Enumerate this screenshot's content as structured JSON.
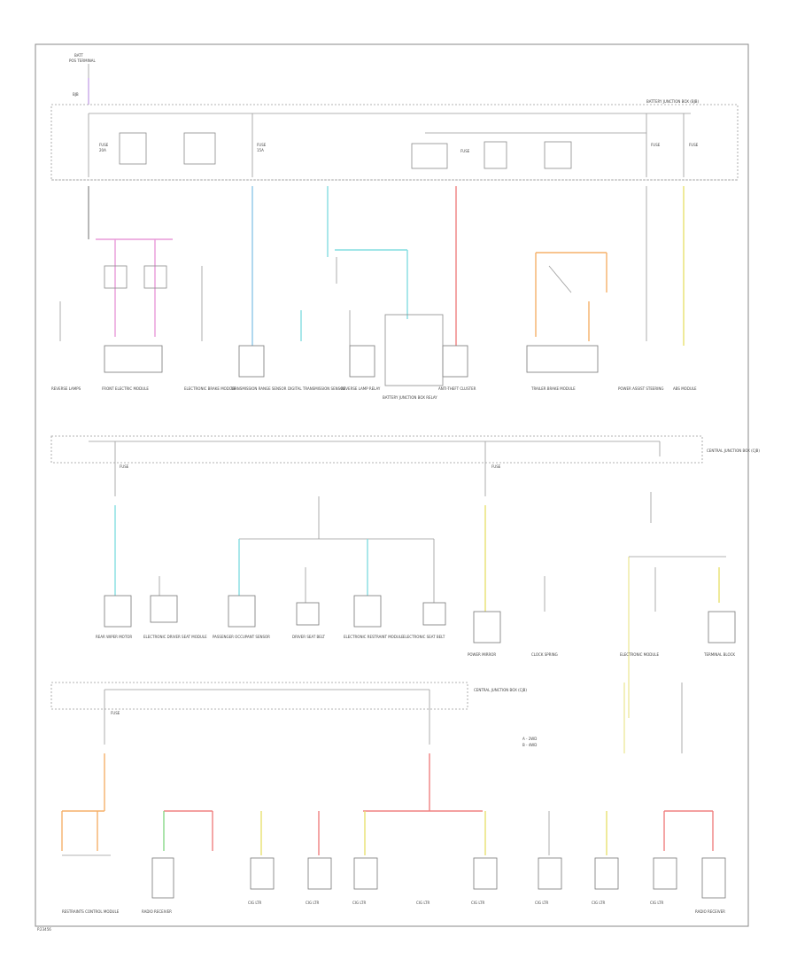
{
  "diagram": {
    "page_label": "P.23456",
    "section_labels": {
      "s1_title": "HOT AT ALL TIMES",
      "s1_right": "BATTERY JUNCTION BOX (BJB)",
      "s2_right": "CENTRAL JUNCTION BOX (CJB)",
      "s3_right": "CENTRAL JUNCTION BOX (CJB)"
    },
    "wire_colors": {
      "violet": "#c7a6e8",
      "pink": "#e89ad8",
      "blue": "#8fc7e8",
      "cyan": "#84dde0",
      "red": "#f08080",
      "orange": "#f5b06a",
      "yellow": "#e8e070",
      "lightyellow": "#eeeaa0",
      "green": "#88d888",
      "gray": "#9a9a9a"
    },
    "components_row1": [
      {
        "id": "c1",
        "label": "REVERSE LAMPS"
      },
      {
        "id": "c2",
        "label": "FRONT ELECTRIC MODULE"
      },
      {
        "id": "c3",
        "label": "ELECTRONIC BRAKE MODULE"
      },
      {
        "id": "c4",
        "label": "TRANSMISSION RANGE SENSOR"
      },
      {
        "id": "c5",
        "label": "DIGITAL TRANSMISSION SENSOR"
      },
      {
        "id": "c6",
        "label": "REVERSE LAMP RELAY"
      },
      {
        "id": "c7",
        "label": "BATTERY JUNCTION BOX RELAY"
      },
      {
        "id": "c8",
        "label": "ANTI-THEFT CLUSTER"
      },
      {
        "id": "c9",
        "label": "TRAILER BRAKE MODULE"
      },
      {
        "id": "c10",
        "label": "POWER ASSIST STEERING"
      },
      {
        "id": "c11",
        "label": "ABS MODULE"
      }
    ],
    "components_row2": [
      {
        "id": "d1",
        "label": "REAR WIPER MOTOR"
      },
      {
        "id": "d2",
        "label": "ELECTRONIC DRIVER SEAT MODULE"
      },
      {
        "id": "d3",
        "label": "PASSENGER OCCUPANT SENSOR"
      },
      {
        "id": "d4",
        "label": "DRIVER SEAT BELT"
      },
      {
        "id": "d5",
        "label": "ELECTRONIC RESTRAINT MODULE"
      },
      {
        "id": "d6",
        "label": "ELECTRONIC SEAT BELT"
      },
      {
        "id": "d7",
        "label": "POWER MIRROR"
      },
      {
        "id": "d8",
        "label": "CLOCK SPRING"
      },
      {
        "id": "d9",
        "label": "ELECTRONIC MODULE"
      },
      {
        "id": "d10",
        "label": "TERMINAL BLOCK"
      }
    ],
    "components_row3": [
      {
        "id": "e1",
        "label": "RESTRAINTS CONTROL MODULE"
      },
      {
        "id": "e2",
        "label": "RADIO RECEIVER"
      },
      {
        "id": "e3",
        "label": "CIG LTR"
      },
      {
        "id": "e4",
        "label": "CIG LTR"
      },
      {
        "id": "e5",
        "label": "CIG LTR"
      },
      {
        "id": "e6",
        "label": "CIG LTR"
      },
      {
        "id": "e7",
        "label": "CIG LTR"
      },
      {
        "id": "e8",
        "label": "CIG LTR"
      },
      {
        "id": "e9",
        "label": "CIG LTR"
      },
      {
        "id": "e10",
        "label": "CIG LTR"
      },
      {
        "id": "e11",
        "label": "RADIO RECEIVER"
      }
    ]
  }
}
